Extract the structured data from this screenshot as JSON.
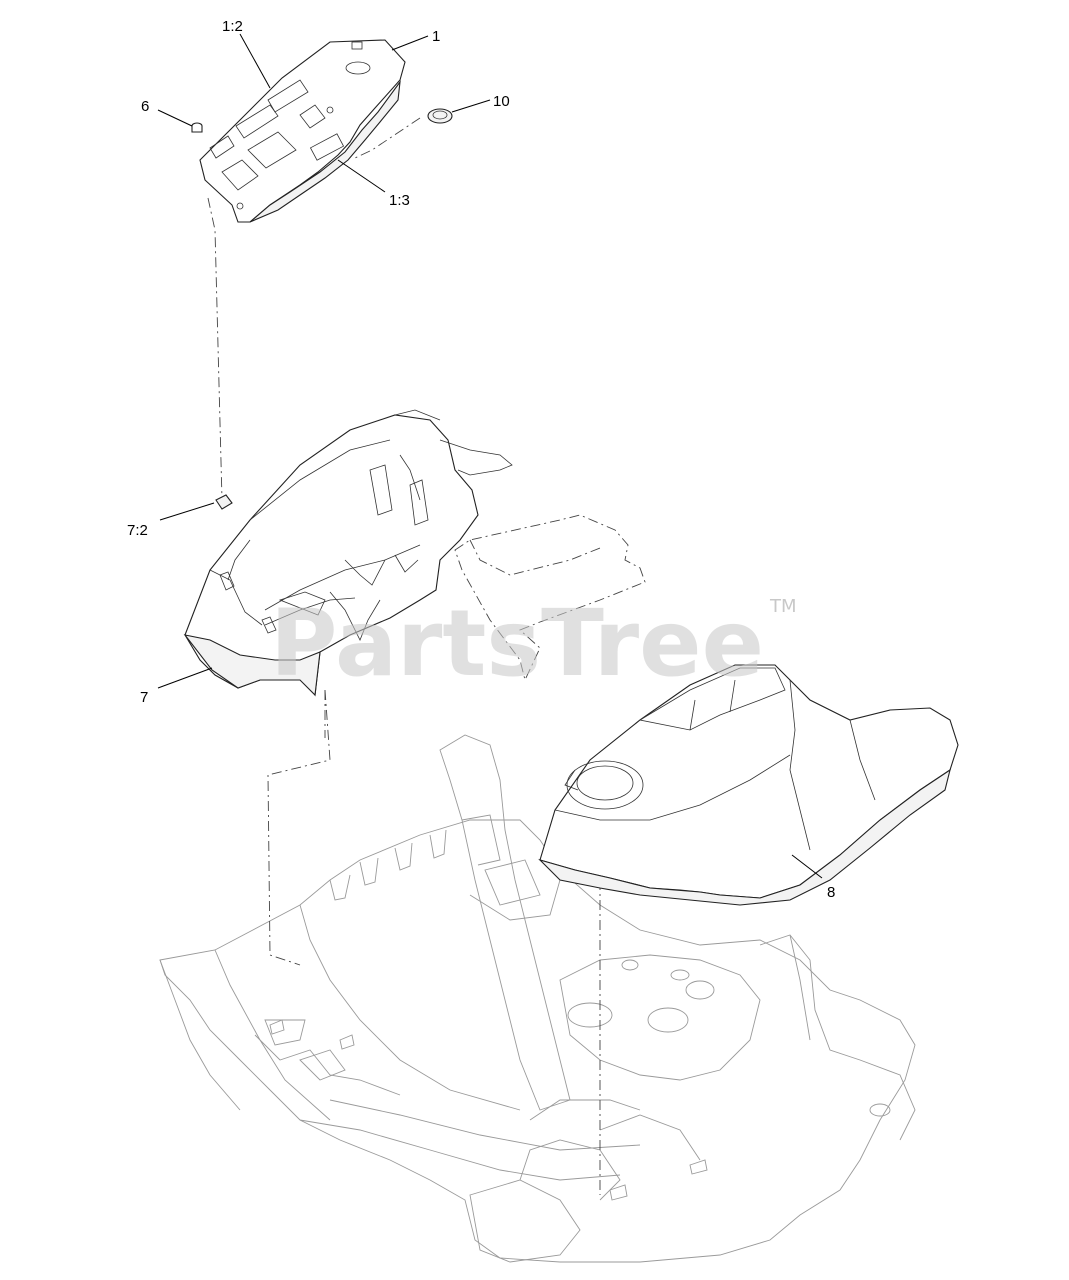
{
  "watermark": {
    "text": "PartsTree",
    "trademark": "TM"
  },
  "callouts": {
    "c1": "1",
    "c1_2": "1:2",
    "c1_3": "1:3",
    "c6": "6",
    "c10": "10",
    "c7": "7",
    "c7_2": "7:2",
    "c8": "8"
  },
  "colors": {
    "line": "#222222",
    "ghost": "#9a9a9a",
    "watermark": "#c8c8c8"
  }
}
